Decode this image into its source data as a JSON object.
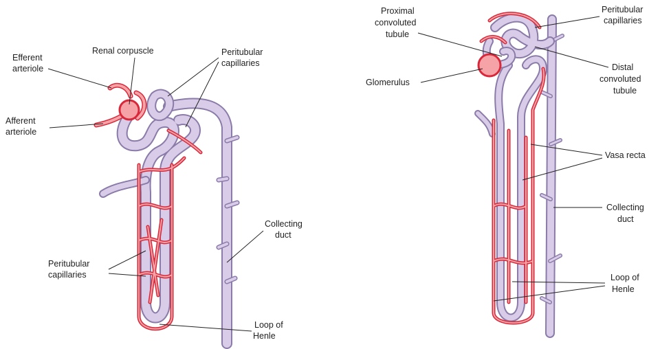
{
  "left_nephron": {
    "labels": {
      "efferent_arteriole": [
        "Efferent",
        "arteriole"
      ],
      "renal_corpuscle": [
        "Renal corpuscle"
      ],
      "peritubular_capillaries_top": [
        "Peritubular",
        "capillaries"
      ],
      "afferent_arteriole": [
        "Afferent",
        "arteriole"
      ],
      "collecting_duct": [
        "Collecting",
        "duct"
      ],
      "peritubular_capillaries_bottom": [
        "Peritubular",
        "capillaries"
      ],
      "loop_of_henle": [
        "Loop of",
        "Henle"
      ]
    }
  },
  "right_nephron": {
    "labels": {
      "proximal_convoluted_tubule": [
        "Proximal",
        "convoluted",
        "tubule"
      ],
      "peritubular_capillaries": [
        "Peritubular",
        "capillaries"
      ],
      "glomerulus": [
        "Glomerulus"
      ],
      "distal_convoluted_tubule": [
        "Distal",
        "convoluted",
        "tubule"
      ],
      "vasa_recta": [
        "Vasa recta"
      ],
      "collecting_duct": [
        "Collecting",
        "duct"
      ],
      "loop_of_henle": [
        "Loop of",
        "Henle"
      ]
    }
  },
  "colors": {
    "tubule_fill": "#d9cce8",
    "tubule_outline": "#8a7ba8",
    "vessel_fill": "#f6a3a8",
    "vessel_outline": "#d8283a",
    "label_text": "#222222",
    "background": "#ffffff"
  }
}
